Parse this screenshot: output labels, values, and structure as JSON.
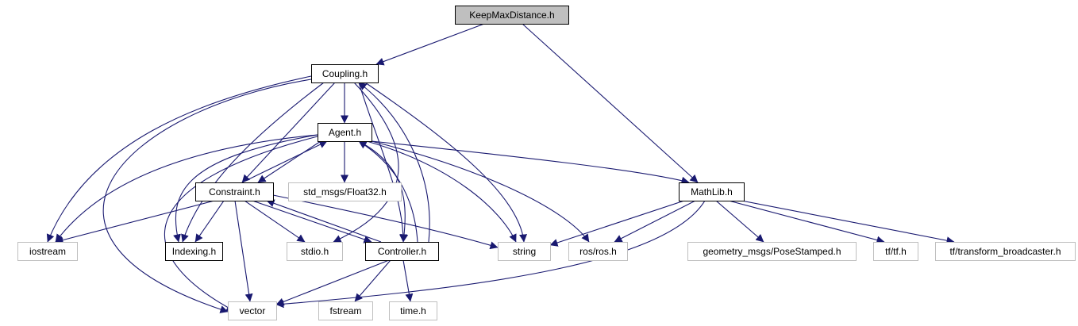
{
  "diagram": {
    "colors": {
      "edge": "#191970",
      "root_fill": "#bfbfbf",
      "root_border": "#000000",
      "documented_border": "#000000",
      "external_border": "#bfbfbf",
      "text": "#000000"
    },
    "nodes": [
      {
        "id": "keepmaxdistance",
        "label": "KeepMaxDistance.h",
        "kind": "root"
      },
      {
        "id": "coupling",
        "label": "Coupling.h",
        "kind": "documented"
      },
      {
        "id": "agent",
        "label": "Agent.h",
        "kind": "documented"
      },
      {
        "id": "std-msgs-float32",
        "label": "std_msgs/Float32.h",
        "kind": "external"
      },
      {
        "id": "mathlib",
        "label": "MathLib.h",
        "kind": "documented"
      },
      {
        "id": "constraint",
        "label": "Constraint.h",
        "kind": "documented"
      },
      {
        "id": "iostream",
        "label": "iostream",
        "kind": "external"
      },
      {
        "id": "indexing",
        "label": "Indexing.h",
        "kind": "documented"
      },
      {
        "id": "stdio",
        "label": "stdio.h",
        "kind": "external"
      },
      {
        "id": "controller",
        "label": "Controller.h",
        "kind": "documented"
      },
      {
        "id": "string",
        "label": "string",
        "kind": "external"
      },
      {
        "id": "ros-ros",
        "label": "ros/ros.h",
        "kind": "external"
      },
      {
        "id": "geometry-msgs-posestamped",
        "label": "geometry_msgs/PoseStamped.h",
        "kind": "external"
      },
      {
        "id": "tf-tf",
        "label": "tf/tf.h",
        "kind": "external"
      },
      {
        "id": "tf-transform-broadcaster",
        "label": "tf/transform_broadcaster.h",
        "kind": "external"
      },
      {
        "id": "vector",
        "label": "vector",
        "kind": "external"
      },
      {
        "id": "fstream",
        "label": "fstream",
        "kind": "external"
      },
      {
        "id": "time",
        "label": "time.h",
        "kind": "external"
      }
    ],
    "edges": [
      {
        "from": "keepmaxdistance",
        "to": "coupling"
      },
      {
        "from": "keepmaxdistance",
        "to": "mathlib"
      },
      {
        "from": "coupling",
        "to": "agent"
      },
      {
        "from": "coupling",
        "to": "constraint"
      },
      {
        "from": "coupling",
        "to": "iostream"
      },
      {
        "from": "coupling",
        "to": "indexing"
      },
      {
        "from": "coupling",
        "to": "stdio"
      },
      {
        "from": "coupling",
        "to": "controller"
      },
      {
        "from": "coupling",
        "to": "string"
      },
      {
        "from": "coupling",
        "to": "vector"
      },
      {
        "from": "agent",
        "to": "std-msgs-float32"
      },
      {
        "from": "agent",
        "to": "mathlib"
      },
      {
        "from": "agent",
        "to": "constraint"
      },
      {
        "from": "agent",
        "to": "iostream"
      },
      {
        "from": "agent",
        "to": "indexing"
      },
      {
        "from": "agent",
        "to": "controller"
      },
      {
        "from": "agent",
        "to": "string"
      },
      {
        "from": "agent",
        "to": "ros-ros"
      },
      {
        "from": "agent",
        "to": "vector"
      },
      {
        "from": "constraint",
        "to": "agent"
      },
      {
        "from": "constraint",
        "to": "iostream"
      },
      {
        "from": "constraint",
        "to": "indexing"
      },
      {
        "from": "constraint",
        "to": "stdio"
      },
      {
        "from": "constraint",
        "to": "controller"
      },
      {
        "from": "constraint",
        "to": "string"
      },
      {
        "from": "constraint",
        "to": "vector"
      },
      {
        "from": "controller",
        "to": "coupling"
      },
      {
        "from": "controller",
        "to": "agent"
      },
      {
        "from": "controller",
        "to": "constraint"
      },
      {
        "from": "controller",
        "to": "vector"
      },
      {
        "from": "controller",
        "to": "fstream"
      },
      {
        "from": "controller",
        "to": "time"
      },
      {
        "from": "mathlib",
        "to": "string"
      },
      {
        "from": "mathlib",
        "to": "ros-ros"
      },
      {
        "from": "mathlib",
        "to": "geometry-msgs-posestamped"
      },
      {
        "from": "mathlib",
        "to": "tf-tf"
      },
      {
        "from": "mathlib",
        "to": "tf-transform-broadcaster"
      },
      {
        "from": "mathlib",
        "to": "vector"
      }
    ]
  }
}
